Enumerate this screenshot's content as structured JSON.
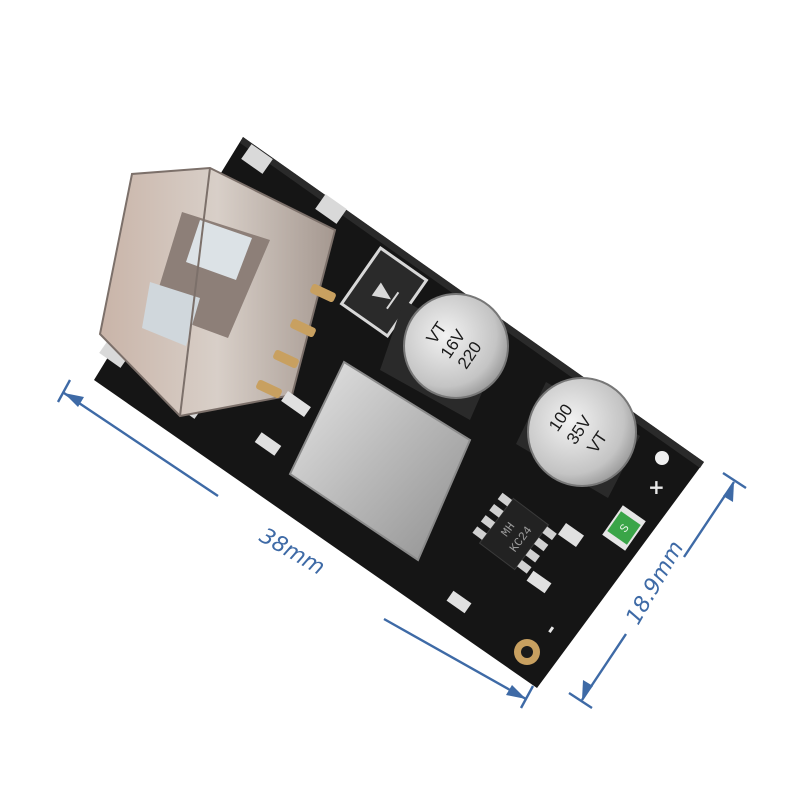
{
  "colors": {
    "dimension": "#3e6aa6",
    "pcb": "#151515",
    "metal": "#c9c9c9",
    "pad_gold": "#c8a060",
    "led_green": "#3aa548"
  },
  "dimensions": {
    "length_label": "38mm",
    "width_label": "18.9mm"
  },
  "board": {
    "cap_small": {
      "line1": "220",
      "line2": "16V",
      "line3": "VT"
    },
    "cap_large": {
      "line1": "100",
      "line2": "35V",
      "line3": "VT"
    },
    "ic_marking": {
      "line1": "MH",
      "line2": "KC24"
    },
    "polarity_plus": "+",
    "polarity_minus": "-",
    "led_marking": "S"
  }
}
